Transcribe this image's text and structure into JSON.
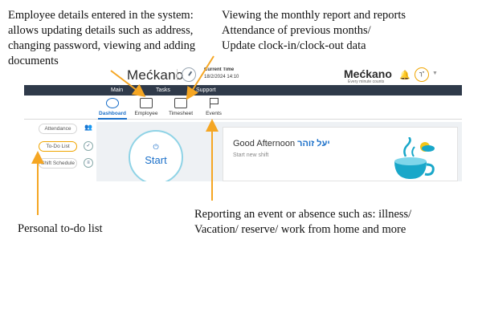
{
  "annotations": {
    "employee": [
      "Employee details entered in the system:",
      "allows updating details such as address,",
      "changing password, viewing and adding",
      "documents"
    ],
    "timesheet": [
      "Viewing the monthly report and reports",
      "Attendance of previous months/",
      "Update clock-in/clock-out data"
    ],
    "events": [
      "Reporting an event or absence such as: illness/",
      "Vacation/ reserve/ work from home and more"
    ],
    "todo": "Personal to-do list"
  },
  "header": {
    "brand": "Mećkano",
    "brand_right": "Mećkano",
    "brand_right_sub": "Every minute counts",
    "current_time_label": "Current Time",
    "current_time_value": "18/2/2024 14:10",
    "avatar_initials": "ך\""
  },
  "nav": {
    "main": "Main",
    "tasks": "Tasks",
    "support": "Support"
  },
  "subnav": {
    "dashboard": "Dashboard",
    "employee": "Employee",
    "timesheet": "Timesheet",
    "events": "Events"
  },
  "sidebar": {
    "attendance": "Attendance",
    "todo": "To-Do List",
    "shift": "Shift Schedule"
  },
  "main": {
    "start_label": "Start",
    "greeting": "Good Afternoon",
    "greeting_name": "יעל זוהר",
    "greeting_sub": "Start new shift"
  },
  "colors": {
    "accent": "#1a6fc9",
    "annotation_arrow": "#f5a623",
    "navbar": "#2f3a4a"
  }
}
